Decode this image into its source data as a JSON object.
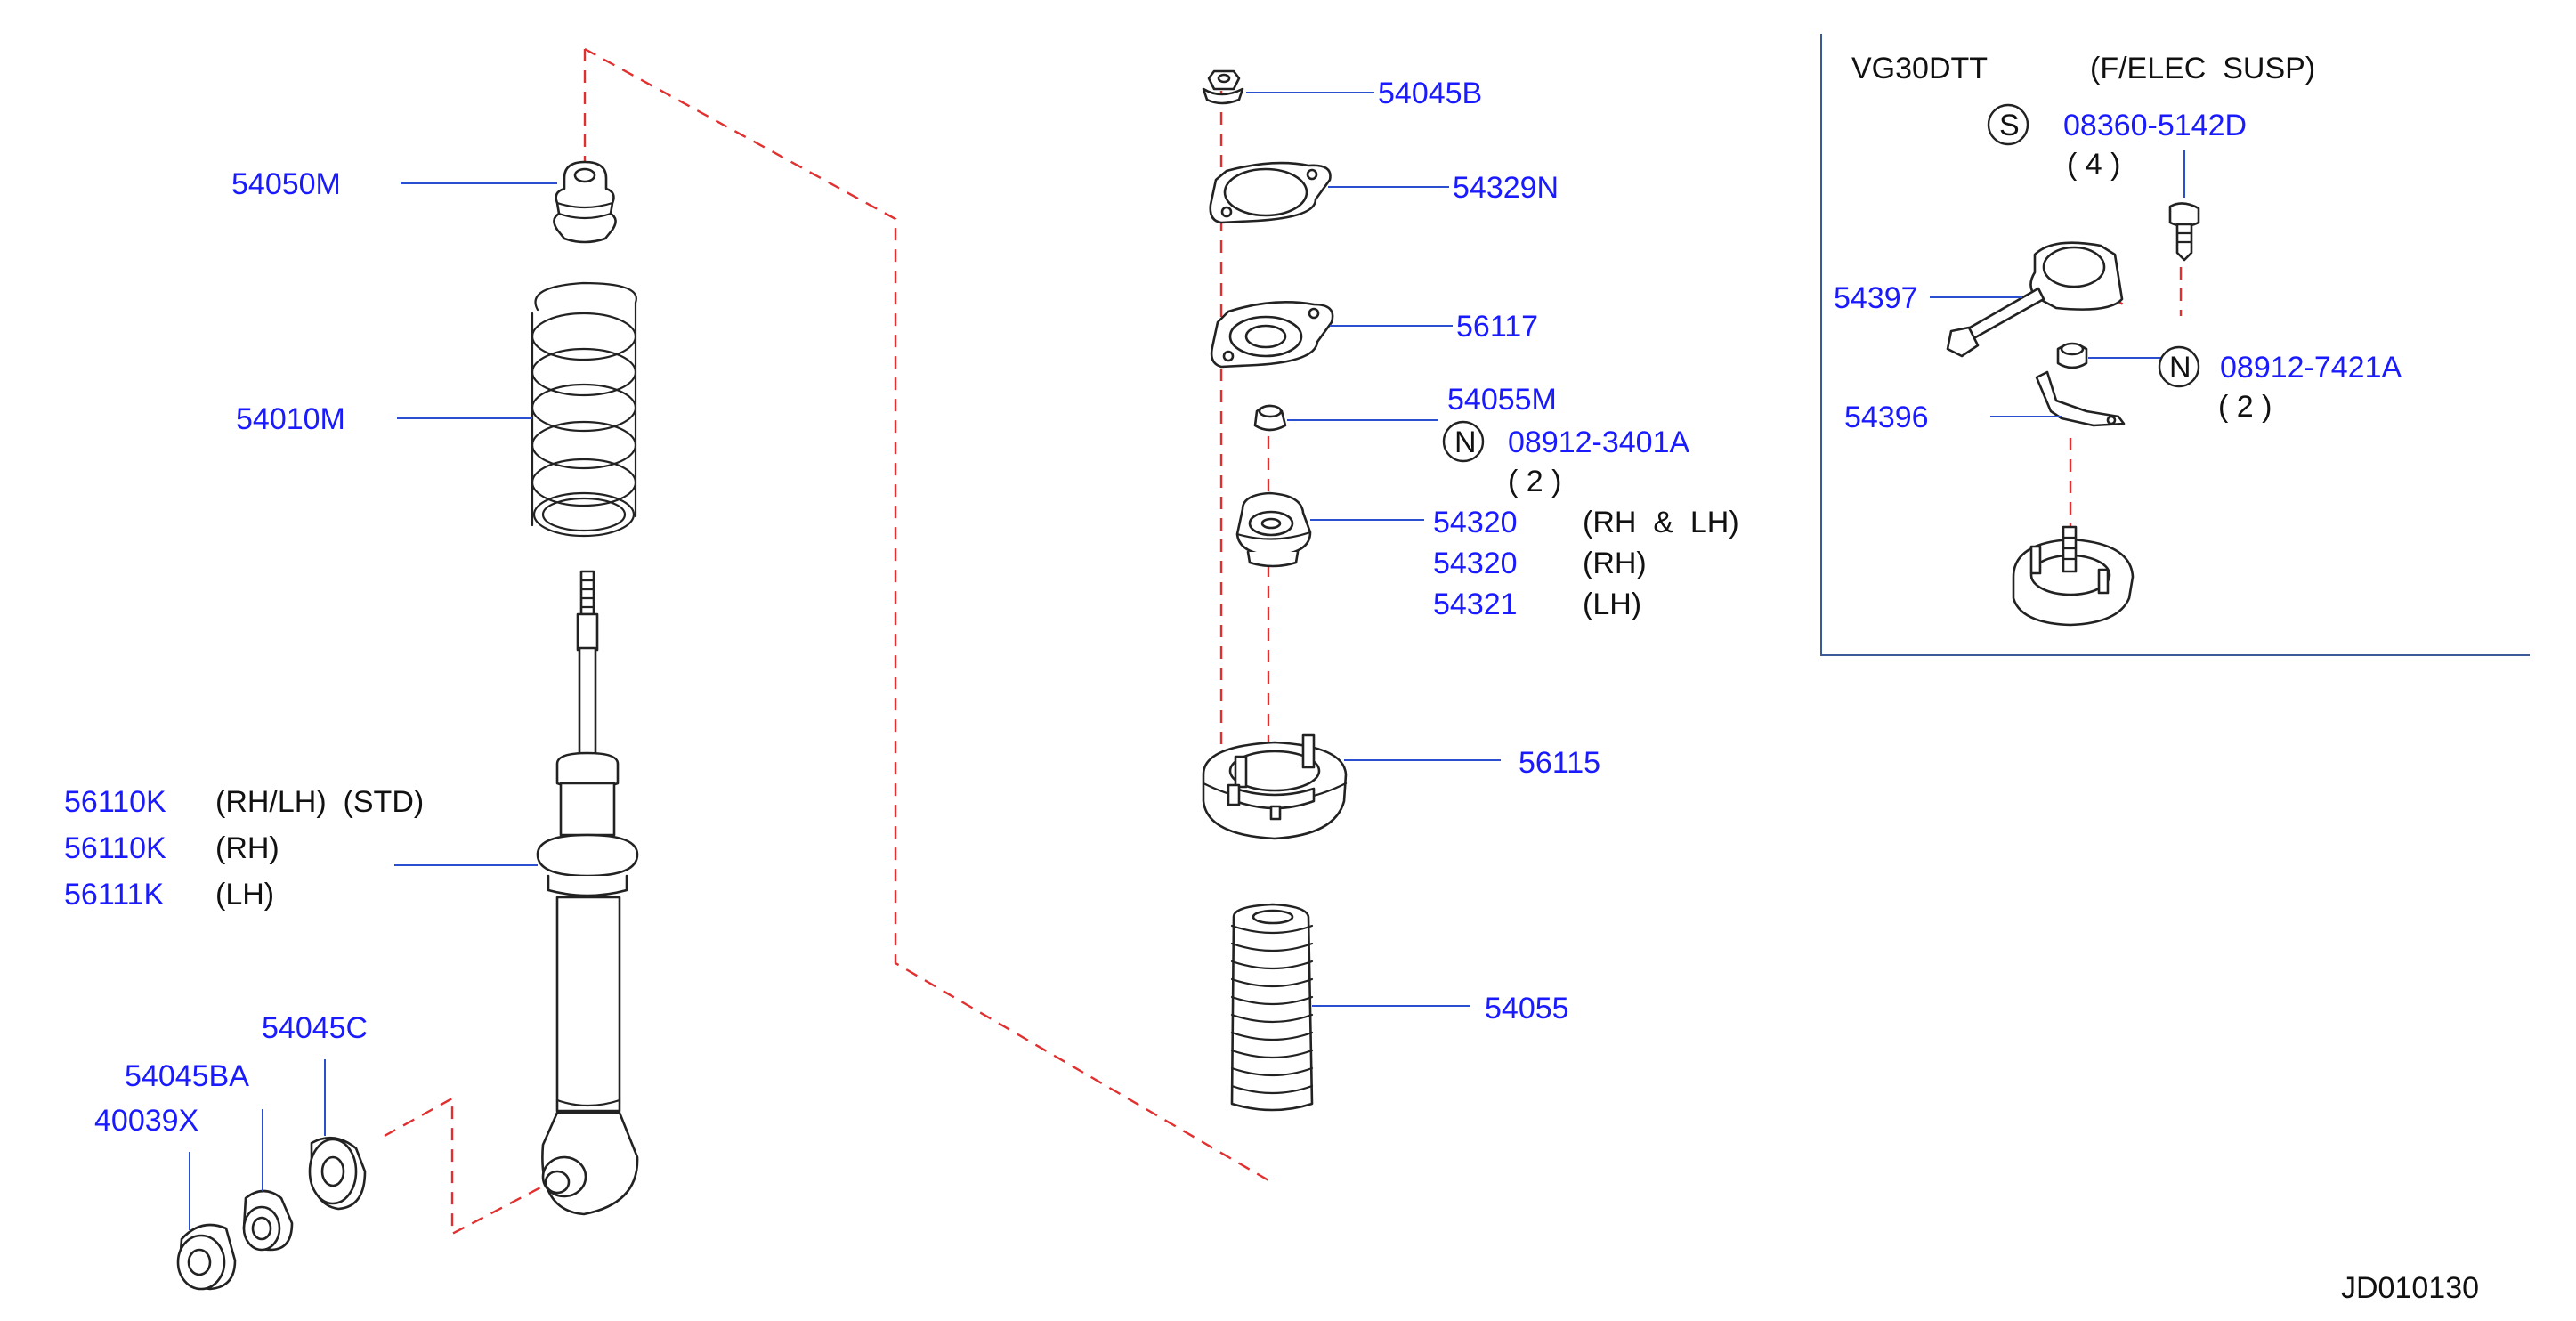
{
  "diagram_id": "JD010130",
  "inset": {
    "engine": "VG30DTT",
    "variant": "(F/ELEC  SUSP)"
  },
  "labels": {
    "p54050M": "54050M",
    "p54010M": "54010M",
    "p56110K_1": "56110K",
    "p56110K_1_note": "(RH/LH)  (STD)",
    "p56110K_2": "56110K",
    "p56110K_2_note": "(RH)",
    "p56111K": "56111K",
    "p56111K_note": "(LH)",
    "p54045C": "54045C",
    "p54045BA": "54045BA",
    "p40039X": "40039X",
    "p54045B": "54045B",
    "p54329N": "54329N",
    "p56117": "56117",
    "p54055M": "54055M",
    "p08912_3401A_sym": "N",
    "p08912_3401A": "08912-3401A",
    "p08912_3401A_qty": "( 2 )",
    "p54320_1": "54320",
    "p54320_1_note": "(RH  &  LH)",
    "p54320_2": "54320",
    "p54320_2_note": "(RH)",
    "p54321": "54321",
    "p54321_note": "(LH)",
    "p56115": "56115",
    "p54055": "54055",
    "p08360_5142D_sym": "S",
    "p08360_5142D": "08360-5142D",
    "p08360_5142D_qty": "( 4 )",
    "p54397": "54397",
    "p08912_7421A_sym": "N",
    "p08912_7421A": "08912-7421A",
    "p08912_7421A_qty": "( 2 )",
    "p54396": "54396"
  },
  "colors": {
    "part_number": "#1a1aff",
    "text": "#111111",
    "leader": "#2a4fd0",
    "dashed_path": "#e03030",
    "frame": "#3a5a9a"
  }
}
